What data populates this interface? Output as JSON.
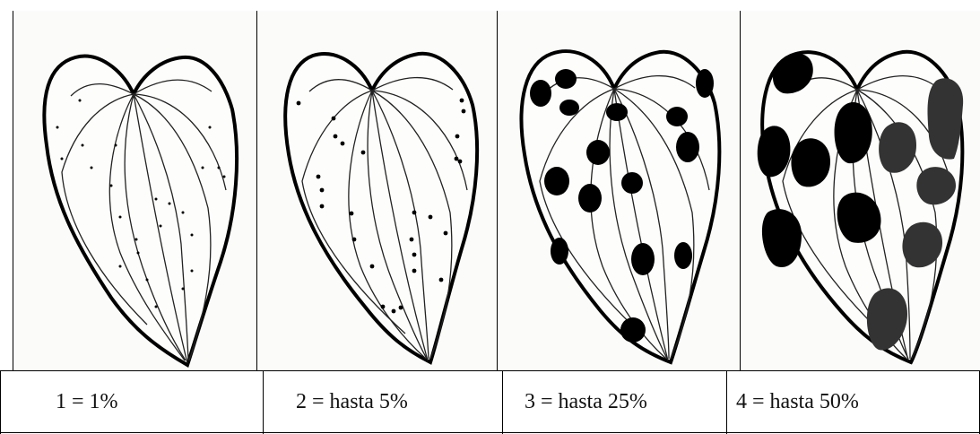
{
  "scale": {
    "panels": [
      {
        "label": "1 = 1%",
        "severity_percent": 1,
        "lesion_type": "small dots"
      },
      {
        "label": "2 = hasta 5%",
        "severity_percent": 5,
        "lesion_type": "larger dots"
      },
      {
        "label": "3 = hasta 25%",
        "severity_percent": 25,
        "lesion_type": "dark spots"
      },
      {
        "label": "4 = hasta 50%",
        "severity_percent": 50,
        "lesion_type": "large blotches"
      }
    ]
  }
}
